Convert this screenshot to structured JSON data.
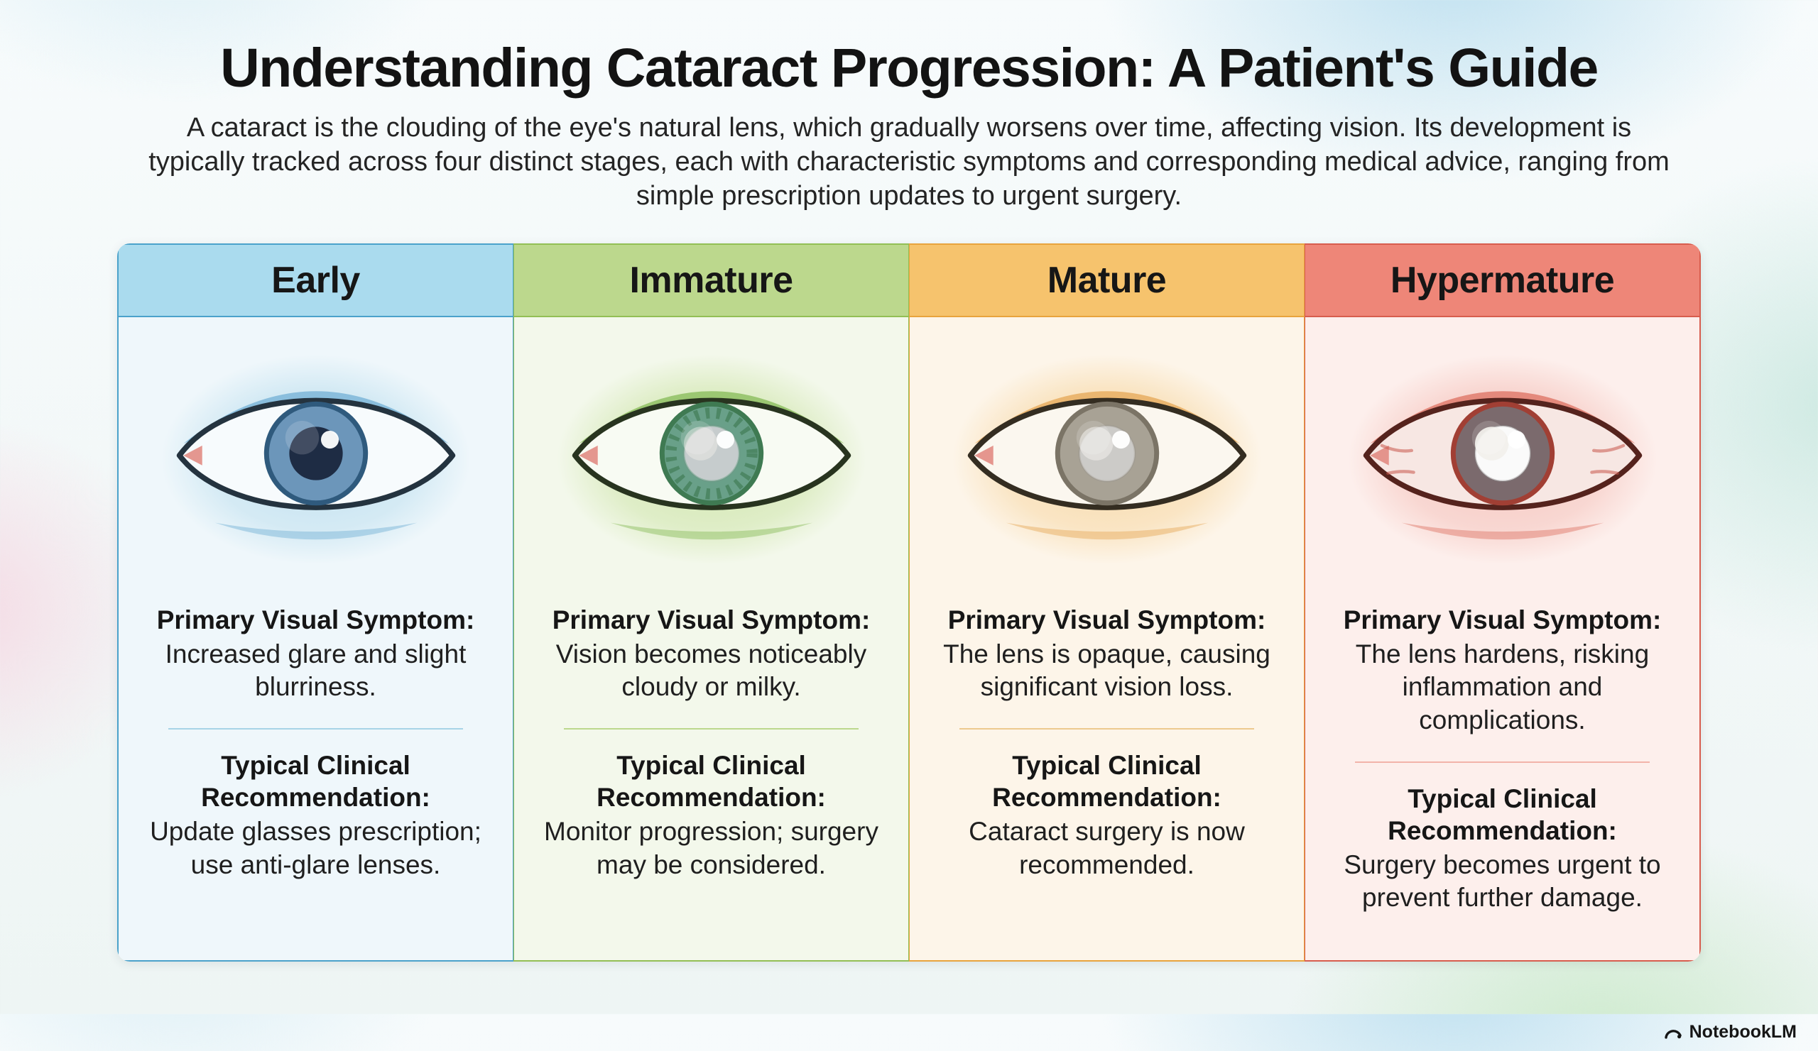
{
  "page": {
    "title": "Understanding Cataract Progression: A Patient's Guide",
    "intro": "A cataract is the clouding of the eye's natural lens, which gradually worsens over time, affecting vision. Its development is typically tracked across four distinct stages, each with characteristic symptoms and corresponding medical advice, ranging from simple prescription updates to urgent surgery."
  },
  "labels": {
    "symptom_heading": "Primary Visual Symptom:",
    "recommendation_heading": "Typical Clinical Recommendation:"
  },
  "icons": {
    "early_eye": "early-stage-eye-icon",
    "immature_eye": "immature-stage-eye-icon",
    "mature_eye": "mature-stage-eye-icon",
    "hypermature_eye": "hypermature-stage-eye-icon",
    "brand_logo": "notebooklm-logo-icon"
  },
  "stages": [
    {
      "title": "Early",
      "symptom": "Increased glare and slight blurriness.",
      "recommendation": "Update glasses prescription; use anti-glare lenses.",
      "colors": {
        "header_bg": "#aadbee",
        "accent": "#4ba2cb",
        "column_bg": "#eff7fb",
        "divider": "#a8d4e7",
        "glow": "#bfe0ef",
        "lid": "#7cb6d8",
        "sclera": "#f7fbfd",
        "outline": "#24333f",
        "iris": "#6c96ba",
        "iris_edge": "#2f5a7d",
        "pupil": "#1e2c44",
        "lens_o": "0",
        "spike_o": "0",
        "vein_o": "0"
      }
    },
    {
      "title": "Immature",
      "symptom": "Vision becomes noticeably cloudy or milky.",
      "recommendation": "Monitor progression; surgery may be considered.",
      "colors": {
        "header_bg": "#bcd88d",
        "accent": "#93bf55",
        "column_bg": "#f3f8eb",
        "divider": "#bcd88d",
        "glow": "#cfe5ab",
        "lid": "#8fc063",
        "sclera": "#f8fbf3",
        "outline": "#28341f",
        "iris": "#69a089",
        "iris_edge": "#3f7a52",
        "pupil": "#98a2a4",
        "lens_o": "0.45",
        "spike_o": "0.65",
        "vein_o": "0"
      }
    },
    {
      "title": "Mature",
      "symptom": "The lens is opaque, causing significant vision loss.",
      "recommendation": "Cataract surgery is now recommended.",
      "colors": {
        "header_bg": "#f6c36d",
        "accent": "#e8a43e",
        "column_bg": "#fdf5e9",
        "divider": "#edc98e",
        "glow": "#f7d8a6",
        "lid": "#e7ae62",
        "sclera": "#fbf7ef",
        "outline": "#342d21",
        "iris": "#a8a295",
        "iris_edge": "#7b7466",
        "pupil": "#8f8d86",
        "lens_o": "0.55",
        "spike_o": "0",
        "vein_o": "0"
      }
    },
    {
      "title": "Hypermature",
      "symptom": "The lens hardens, risking inflammation and complications.",
      "recommendation": "Surgery becomes urgent to prevent further damage.",
      "colors": {
        "header_bg": "#ee8678",
        "accent": "#d75d4e",
        "column_bg": "#fdefec",
        "divider": "#f2b4aa",
        "glow": "#f5c4bd",
        "lid": "#e07b6d",
        "sclera": "#f7e7e3",
        "outline": "#55231d",
        "iris": "#7b6a6d",
        "iris_edge": "#a13f34",
        "pupil": "#c9c7c2",
        "lens_o": "0.92",
        "spike_o": "0",
        "vein_o": "0.55"
      }
    }
  ],
  "footer": {
    "brand": "NotebookLM"
  }
}
